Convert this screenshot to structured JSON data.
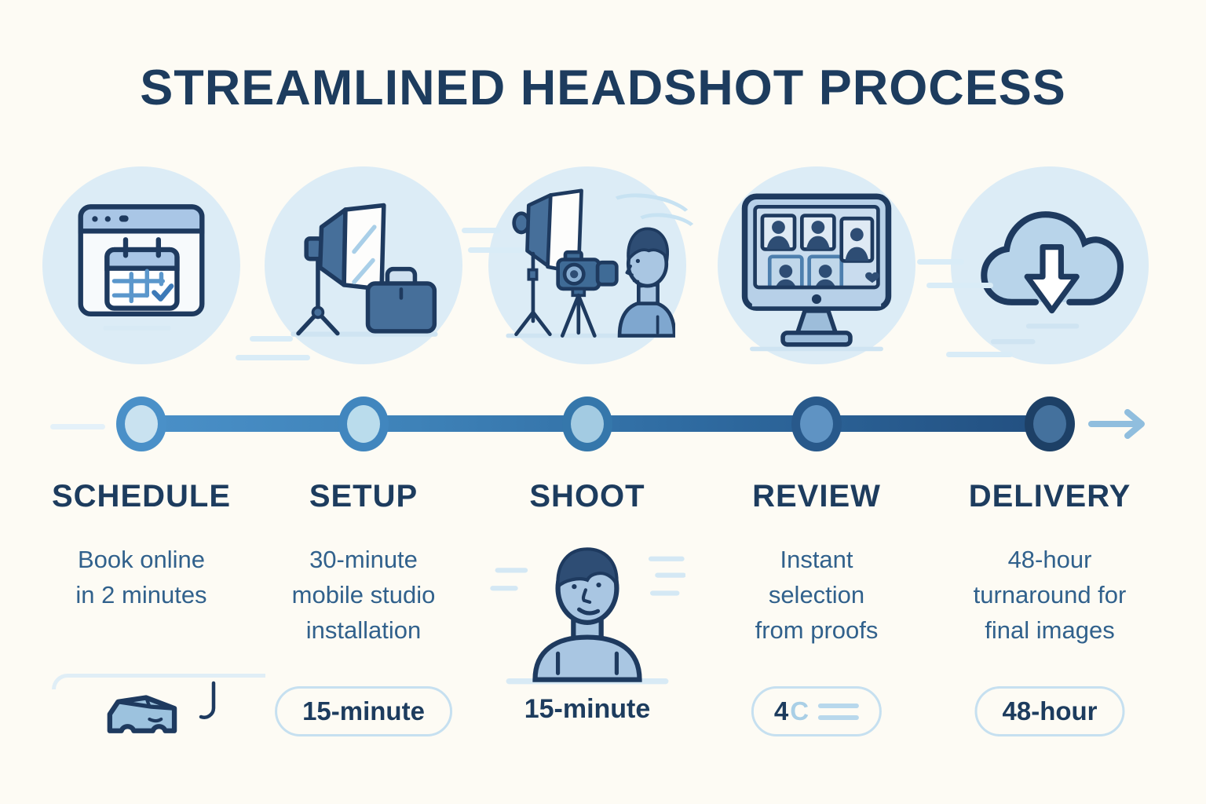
{
  "title": "STREAMLINED HEADSHOT PROCESS",
  "steps": [
    {
      "label": "SCHEDULE",
      "icon": "calendar-booking-icon",
      "lines": [
        "Book online",
        "in 2 minutes"
      ],
      "badge": null
    },
    {
      "label": "SETUP",
      "icon": "softbox-briefcase-icon",
      "lines": [
        "30-minute",
        "mobile studio",
        "installation"
      ],
      "badge": "15-minute"
    },
    {
      "label": "SHOOT",
      "icon": "camera-portrait-icon",
      "lines": [],
      "badge": "15-minute"
    },
    {
      "label": "REVIEW",
      "icon": "monitor-proofs-icon",
      "lines": [
        "Instant",
        "selection",
        "from proofs"
      ],
      "badge": {
        "dark": "4",
        "light": "C"
      }
    },
    {
      "label": "DELIVERY",
      "icon": "cloud-download-icon",
      "lines": [
        "48-hour",
        "turnaround for",
        "final images"
      ],
      "badge": "48-hour"
    }
  ],
  "timeline": {
    "direction": "left-to-right",
    "node_count": 5,
    "node_fills": [
      "#c9e2f0",
      "#badcec",
      "#a3cbe2",
      "#5f93c3",
      "#44719d"
    ],
    "node_rings": [
      "#4a90c8",
      "#4186be",
      "#3577ab",
      "#28598b",
      "#1d4066"
    ]
  },
  "colors": {
    "background": "#fdfbf4",
    "title_text": "#1d3c5e",
    "description_text": "#31618c",
    "icon_circle_bg": "#dcecf6",
    "pill_border": "#c6e0f0",
    "outline_navy": "#1e3a5f",
    "accent_mid_blue": "#466f9a",
    "accent_light_blue": "#a9c6e2"
  }
}
